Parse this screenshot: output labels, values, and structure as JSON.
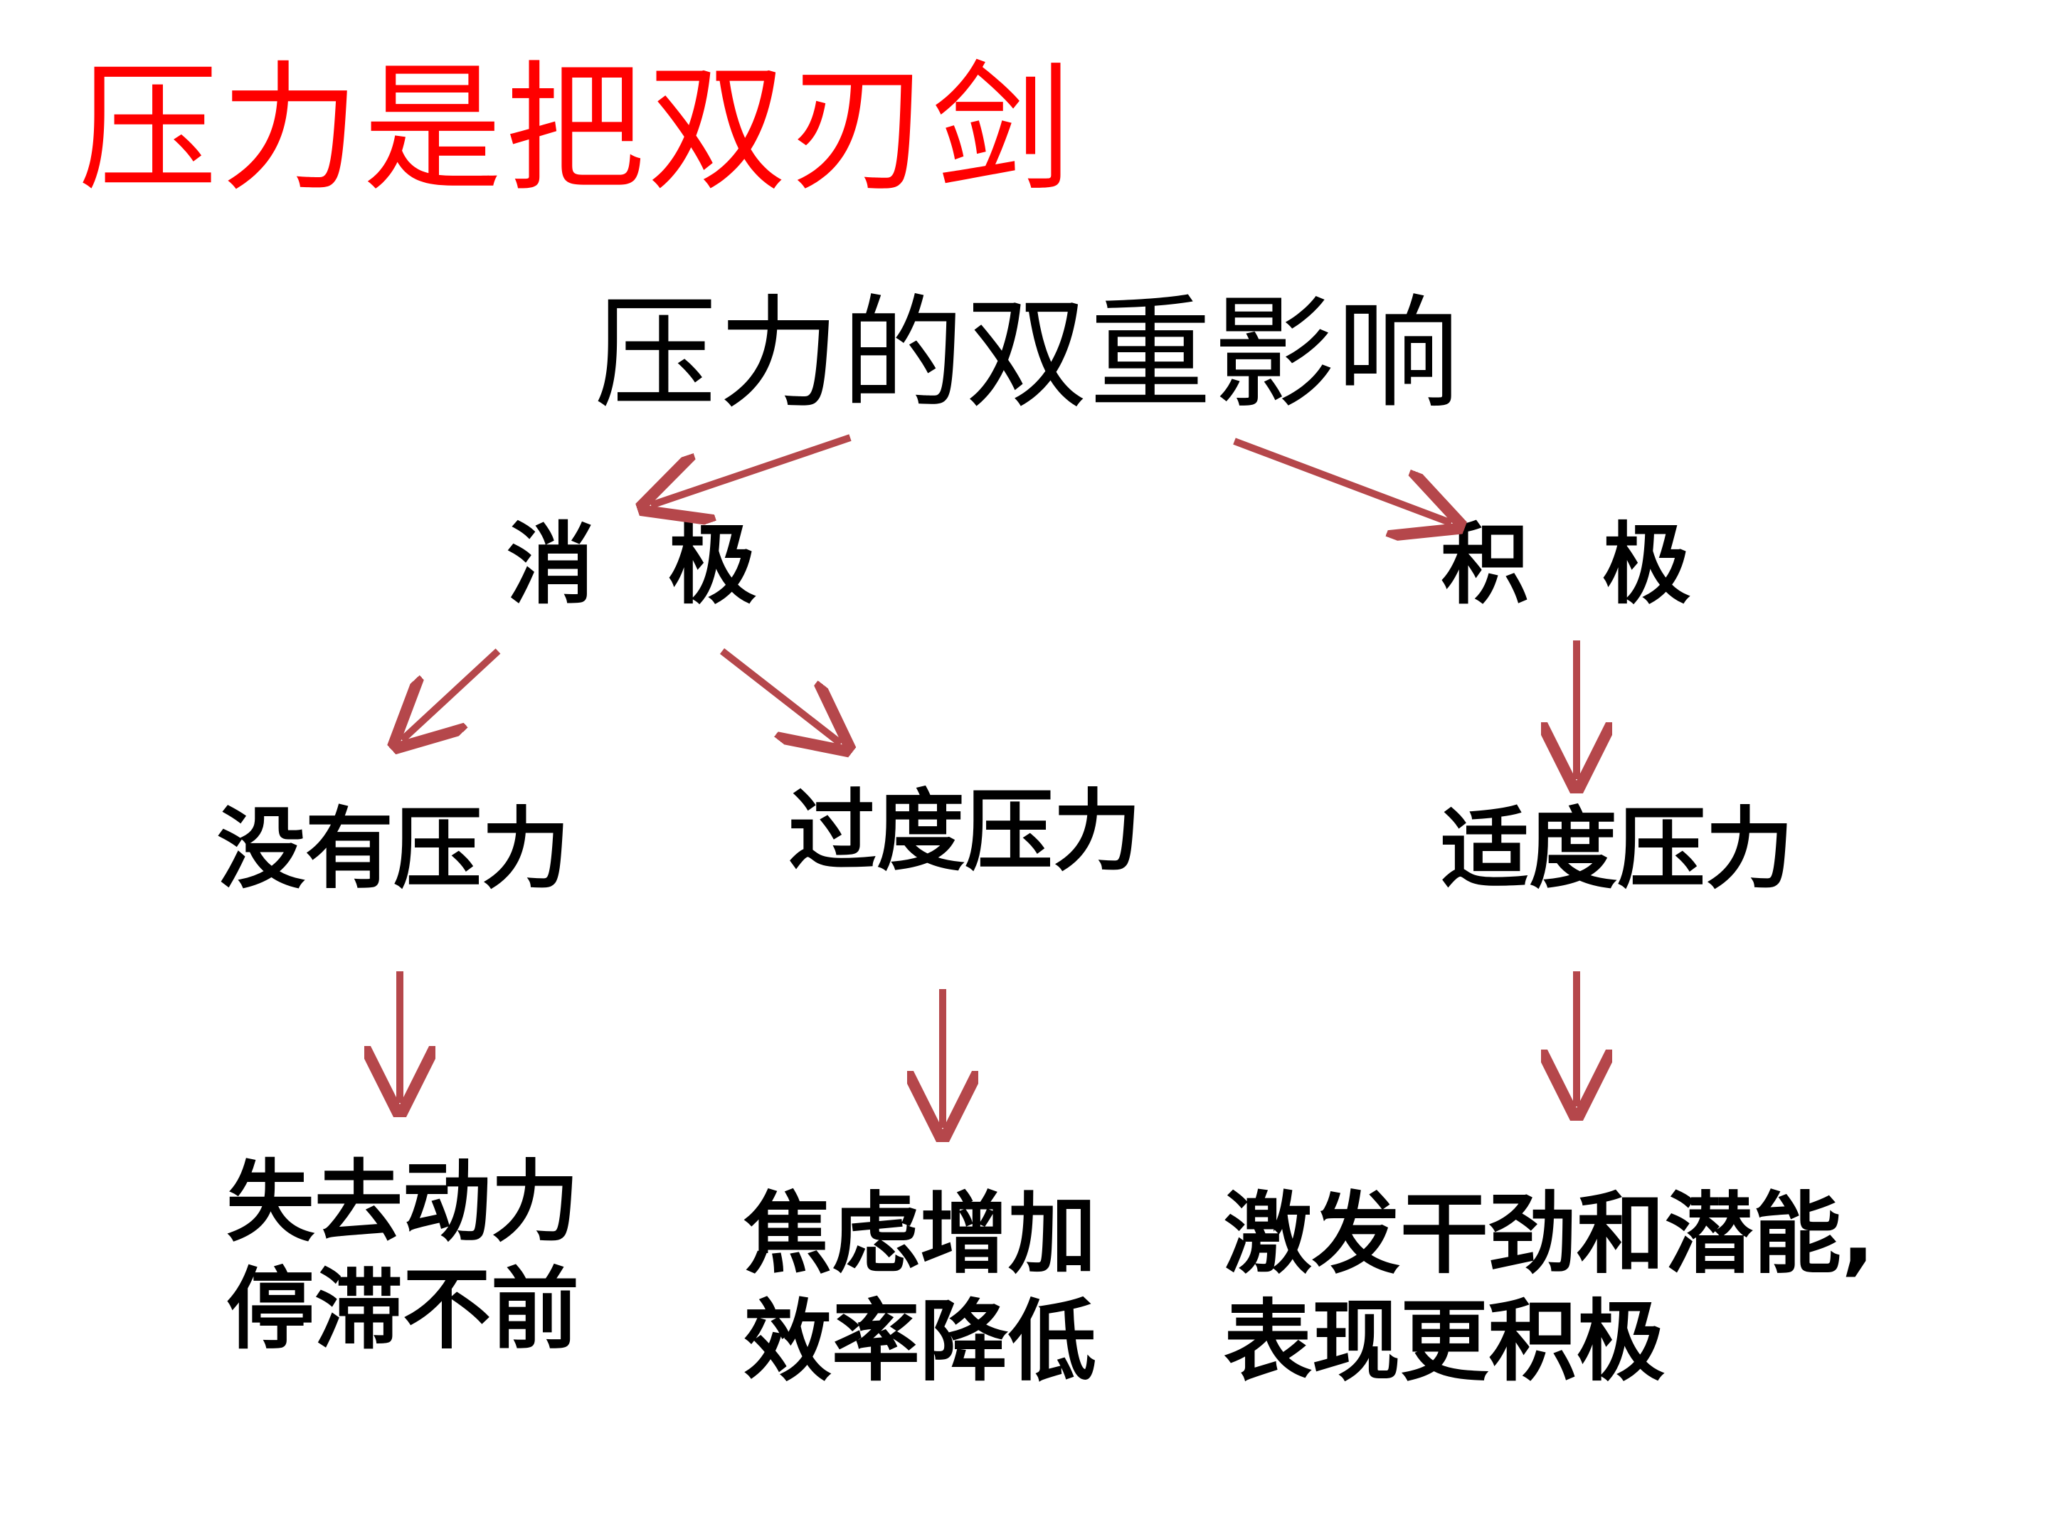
{
  "slide": {
    "title": "压力是把双刃剑",
    "heading": "压力的双重影响",
    "branches": {
      "negative": "消 极",
      "positive": "积 极"
    },
    "levels": {
      "none": "没有压力",
      "excess": "过度压力",
      "moderate": "适度压力"
    },
    "outcomes": {
      "none": [
        "失去动力",
        "停滞不前"
      ],
      "excess": [
        "焦虑增加",
        "效率降低"
      ],
      "moderate": [
        "激发干劲和潜能,",
        "表现更积极"
      ]
    }
  },
  "colors": {
    "title": "#ff0000",
    "text": "#000000",
    "arrow": "#b5474b",
    "background": "#ffffff"
  }
}
